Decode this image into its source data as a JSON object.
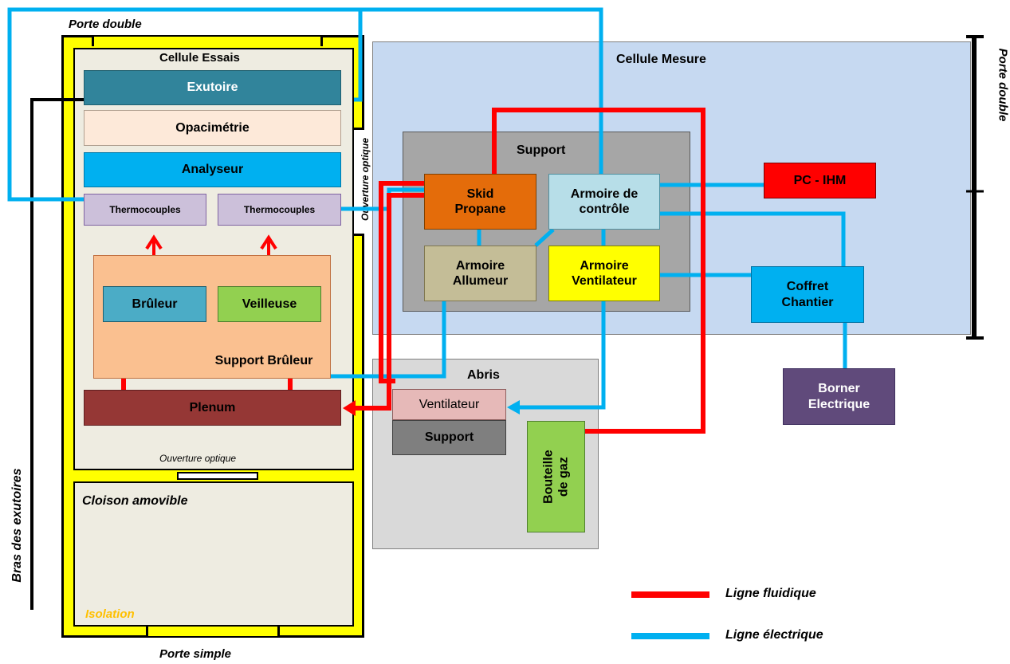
{
  "colors": {
    "fluid_line": "#ff0000",
    "electric_line": "#00b0f0",
    "insulation": "#ffff00",
    "cellule_mesure_bg": "#c6d9f1",
    "support_bg": "#a6a6a6",
    "abris_bg": "#d9d9d9"
  },
  "labels": {
    "porte_double_top": "Porte double",
    "porte_double_right": "Porte double",
    "porte_simple": "Porte simple",
    "bras_exutoires": "Bras des exutoires",
    "ouverture_optique_vertical": "Ouverture optique",
    "ouverture_optique_bottom": "Ouverture optique",
    "cloison_amovible": "Cloison amovible",
    "isolation": "Isolation"
  },
  "cellule_essais": {
    "title": "Cellule Essais",
    "exutoire": "Exutoire",
    "opacimetrie": "Opacimétrie",
    "analyseur": "Analyseur",
    "thermocouples_1": "Thermocouples",
    "thermocouples_2": "Thermocouples",
    "bruleur": "Brûleur",
    "veilleuse": "Veilleuse",
    "support_bruleur": "Support Brûleur",
    "plenum": "Plenum"
  },
  "cellule_mesure": {
    "title": "Cellule Mesure",
    "support": "Support",
    "skid_propane": [
      "Skid",
      "Propane"
    ],
    "armoire_controle": [
      "Armoire de",
      "contrôle"
    ],
    "armoire_allumeur": [
      "Armoire",
      "Allumeur"
    ],
    "armoire_ventilateur": [
      "Armoire",
      "Ventilateur"
    ],
    "pc_ihm": "PC - IHM",
    "coffret_chantier": [
      "Coffret",
      "Chantier"
    ]
  },
  "abris": {
    "title": "Abris",
    "ventilateur": "Ventilateur",
    "support": "Support",
    "bouteille_gaz": [
      "Bouteille",
      "de gaz"
    ]
  },
  "borner": [
    "Borner",
    "Electrique"
  ],
  "legend": {
    "fluid": "Ligne fluidique",
    "electric": "Ligne électrique"
  }
}
